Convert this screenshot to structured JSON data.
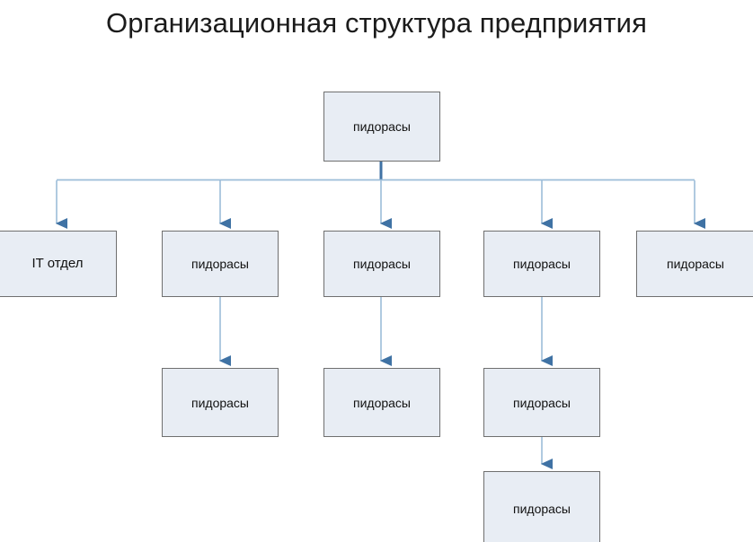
{
  "page": {
    "title": "Организационная структура предприятия",
    "background_color": "#ffffff"
  },
  "theme": {
    "node_fill": "#e8edf4",
    "node_border": "#6f6f6f",
    "node_text": "#111111",
    "title_text": "#1b1b1b",
    "connector_light": "#9cbdd9",
    "connector_stem": "#3f72a4",
    "arrowhead": "#3f72a4"
  },
  "chart_data": {
    "type": "diagram",
    "diagram_kind": "org-chart",
    "title": "Организационная структура предприятия",
    "orientation": "top-down",
    "levels": 4,
    "node_count": 10,
    "nodes": [
      {
        "id": "n0",
        "label": "пидорасы",
        "level": 0,
        "parent": null
      },
      {
        "id": "n1",
        "label": "IT отдел",
        "level": 1,
        "parent": "n0"
      },
      {
        "id": "n2",
        "label": "пидорасы",
        "level": 1,
        "parent": "n0"
      },
      {
        "id": "n3",
        "label": "пидорасы",
        "level": 1,
        "parent": "n0"
      },
      {
        "id": "n4",
        "label": "пидорасы",
        "level": 1,
        "parent": "n0"
      },
      {
        "id": "n5",
        "label": "пидорасы",
        "level": 1,
        "parent": "n0"
      },
      {
        "id": "n6",
        "label": "пидорасы",
        "level": 2,
        "parent": "n2"
      },
      {
        "id": "n7",
        "label": "пидорасы",
        "level": 2,
        "parent": "n3"
      },
      {
        "id": "n8",
        "label": "пидорасы",
        "level": 2,
        "parent": "n4"
      },
      {
        "id": "n9",
        "label": "пидорасы",
        "level": 3,
        "parent": "n8"
      }
    ],
    "edges": [
      {
        "from": "n0",
        "to": "n1",
        "style": "elbow",
        "arrow": true
      },
      {
        "from": "n0",
        "to": "n2",
        "style": "elbow",
        "arrow": true
      },
      {
        "from": "n0",
        "to": "n3",
        "style": "straight",
        "arrow": true
      },
      {
        "from": "n0",
        "to": "n4",
        "style": "elbow",
        "arrow": true
      },
      {
        "from": "n0",
        "to": "n5",
        "style": "elbow",
        "arrow": true
      },
      {
        "from": "n2",
        "to": "n6",
        "style": "straight",
        "arrow": true
      },
      {
        "from": "n3",
        "to": "n7",
        "style": "straight",
        "arrow": true
      },
      {
        "from": "n4",
        "to": "n8",
        "style": "straight",
        "arrow": true
      },
      {
        "from": "n8",
        "to": "n9",
        "style": "straight",
        "arrow": true
      }
    ]
  },
  "nodes": {
    "root": {
      "label": "пидорасы"
    },
    "row2": [
      {
        "label": "IT отдел"
      },
      {
        "label": "пидорасы"
      },
      {
        "label": "пидорасы"
      },
      {
        "label": "пидорасы"
      },
      {
        "label": "пидорасы"
      }
    ],
    "row3": [
      {
        "label": "пидорасы"
      },
      {
        "label": "пидорасы"
      },
      {
        "label": "пидорасы"
      }
    ],
    "row4": [
      {
        "label": "пидорасы"
      }
    ]
  }
}
